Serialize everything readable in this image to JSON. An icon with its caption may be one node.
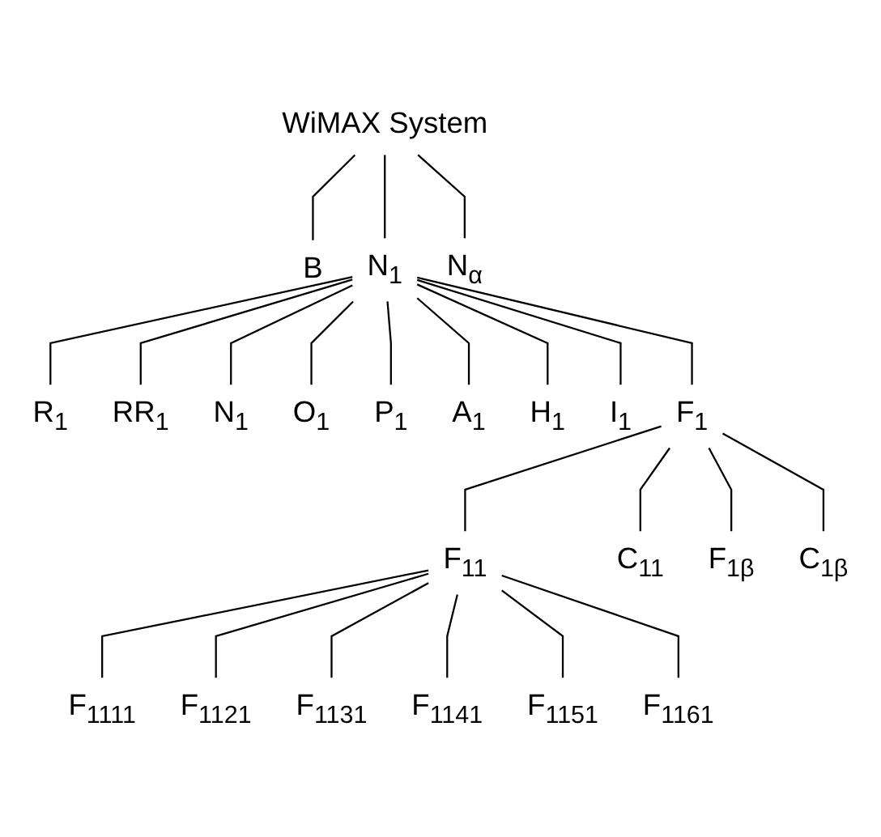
{
  "diagram": {
    "nodes": [
      {
        "text": [
          "WiMAX System"
        ]
      },
      {
        "text": [
          "B"
        ]
      },
      {
        "text": [
          "N$_{1}$"
        ]
      },
      {
        "text": [
          "N$_{α}$"
        ]
      },
      {
        "text": [
          "R$_{1}$"
        ]
      },
      {
        "text": [
          "RR$_{1}$"
        ]
      },
      {
        "text": [
          "N$_{1}$"
        ]
      },
      {
        "text": [
          "O$_{1}$"
        ]
      },
      {
        "text": [
          "P$_{1}$"
        ]
      },
      {
        "text": [
          "A$_{1}$"
        ]
      },
      {
        "text": [
          "H$_{1}$"
        ]
      },
      {
        "text": [
          "I$_{1}$"
        ]
      },
      {
        "text": [
          "F$_{1}$"
        ]
      },
      {
        "text": [
          "F$_{11}$"
        ]
      },
      {
        "text": [
          "C$_{11}$"
        ]
      },
      {
        "text": [
          "F$_{1β}$"
        ]
      },
      {
        "text": [
          "C$_{1β}$"
        ]
      },
      {
        "text": [
          "F$_{1111}$"
        ]
      },
      {
        "text": [
          "F$_{1121}$"
        ]
      },
      {
        "text": [
          "F$_{1131}$"
        ]
      },
      {
        "text": [
          "F$_{1141}$"
        ]
      },
      {
        "text": [
          "F$_{1151}$"
        ]
      },
      {
        "text": [
          "F$_{1161}$"
        ]
      }
    ],
    "edges": [
      {
        "from": 0,
        "to": 1,
        "arrow": "none"
      },
      {
        "from": 0,
        "to": 2,
        "arrow": "none"
      },
      {
        "from": 0,
        "to": 3,
        "arrow": "none"
      },
      {
        "from": 2,
        "to": 4,
        "arrow": "none"
      },
      {
        "from": 2,
        "to": 5,
        "arrow": "none"
      },
      {
        "from": 2,
        "to": 6,
        "arrow": "none"
      },
      {
        "from": 2,
        "to": 7,
        "arrow": "none"
      },
      {
        "from": 2,
        "to": 8,
        "arrow": "none"
      },
      {
        "from": 2,
        "to": 9,
        "arrow": "none"
      },
      {
        "from": 2,
        "to": 10,
        "arrow": "none"
      },
      {
        "from": 2,
        "to": 11,
        "arrow": "none"
      },
      {
        "from": 2,
        "to": 12,
        "arrow": "none"
      },
      {
        "from": 12,
        "to": 13,
        "arrow": "none"
      },
      {
        "from": 12,
        "to": 14,
        "arrow": "none"
      },
      {
        "from": 12,
        "to": 15,
        "arrow": "none"
      },
      {
        "from": 12,
        "to": 16,
        "arrow": "none"
      },
      {
        "from": 13,
        "to": 17,
        "arrow": "none"
      },
      {
        "from": 13,
        "to": 18,
        "arrow": "none"
      },
      {
        "from": 13,
        "to": 19,
        "arrow": "none"
      },
      {
        "from": 13,
        "to": 20,
        "arrow": "none"
      },
      {
        "from": 13,
        "to": 21,
        "arrow": "none"
      },
      {
        "from": 13,
        "to": 22,
        "arrow": "none"
      }
    ]
  }
}
